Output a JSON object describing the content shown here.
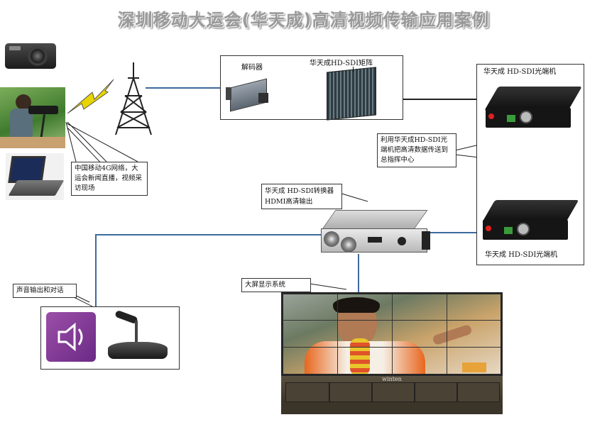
{
  "title": "深圳移动大运会(华天成)高清视频传输应用案例",
  "labels": {
    "decoder": "解码器",
    "matrix": "华天成HD-SDI矩阵",
    "optic_top": "华天成 HD-SDI光端机",
    "optic_bottom": "华天成 HD-SDI光端机",
    "converter_line1": "华天成 HD-SDI转换器",
    "converter_line2": "HDMI高清输出",
    "big_screen": "大屏显示系统",
    "audio": "声音输出和对话",
    "network_note": "中国移动4G网络，大运会新闻直播，视频采访现场",
    "optic_note": "利用华天成HD-SDI光端机把高清数据传送到总指挥中心",
    "screen_brand": "winten"
  },
  "colors": {
    "link_line": "#3d6a9c",
    "fiber": "#e8d400",
    "lightning": "#e8d400"
  }
}
